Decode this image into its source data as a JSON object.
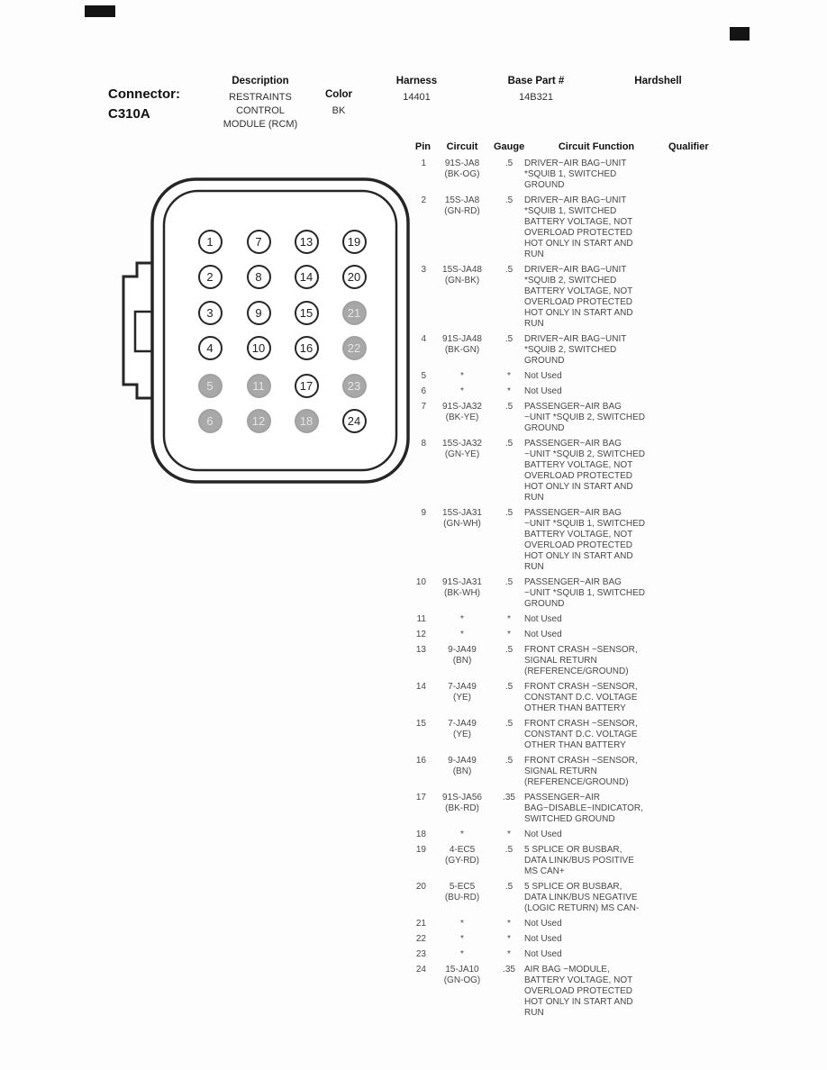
{
  "header": {
    "connector_label": "Connector:",
    "connector_id": "C310A",
    "fields": [
      {
        "label": "Description",
        "value": "RESTRAINTS\nCONTROL\nMODULE (RCM)"
      },
      {
        "label": "Color",
        "value": "BK"
      },
      {
        "label": "Harness",
        "value": "14401"
      },
      {
        "label": "Base Part #",
        "value": "14B321"
      },
      {
        "label": "Hardshell",
        "value": ""
      }
    ]
  },
  "connector": {
    "pins": [
      {
        "n": 1,
        "used": true
      },
      {
        "n": 2,
        "used": true
      },
      {
        "n": 3,
        "used": true
      },
      {
        "n": 4,
        "used": true
      },
      {
        "n": 5,
        "used": false
      },
      {
        "n": 6,
        "used": false
      },
      {
        "n": 7,
        "used": true
      },
      {
        "n": 8,
        "used": true
      },
      {
        "n": 9,
        "used": true
      },
      {
        "n": 10,
        "used": true
      },
      {
        "n": 11,
        "used": false
      },
      {
        "n": 12,
        "used": false
      },
      {
        "n": 13,
        "used": true
      },
      {
        "n": 14,
        "used": true
      },
      {
        "n": 15,
        "used": true
      },
      {
        "n": 16,
        "used": true
      },
      {
        "n": 17,
        "used": true
      },
      {
        "n": 18,
        "used": false
      },
      {
        "n": 19,
        "used": true
      },
      {
        "n": 20,
        "used": true
      },
      {
        "n": 21,
        "used": false
      },
      {
        "n": 22,
        "used": false
      },
      {
        "n": 23,
        "used": false
      },
      {
        "n": 24,
        "used": true
      }
    ]
  },
  "table": {
    "headers": [
      "Pin",
      "Circuit",
      "Gauge",
      "Circuit Function",
      "Qualifier"
    ],
    "rows": [
      {
        "pin": "1",
        "circuit": "91S-JA8",
        "circuit_color": "(BK-OG)",
        "gauge": ".5",
        "function": "DRIVER~AIR BAG~UNIT *SQUIB 1, SWITCHED GROUND",
        "qualifier": ""
      },
      {
        "pin": "2",
        "circuit": "15S-JA8",
        "circuit_color": "(GN-RD)",
        "gauge": ".5",
        "function": "DRIVER~AIR BAG~UNIT *SQUIB 1, SWITCHED BATTERY VOLTAGE, NOT OVERLOAD PROTECTED HOT ONLY IN START AND RUN",
        "qualifier": ""
      },
      {
        "pin": "3",
        "circuit": "15S-JA48",
        "circuit_color": "(GN-BK)",
        "gauge": ".5",
        "function": "DRIVER~AIR BAG~UNIT *SQUIB 2, SWITCHED BATTERY VOLTAGE, NOT OVERLOAD PROTECTED HOT ONLY IN START AND RUN",
        "qualifier": ""
      },
      {
        "pin": "4",
        "circuit": "91S-JA48",
        "circuit_color": "(BK-GN)",
        "gauge": ".5",
        "function": "DRIVER~AIR BAG~UNIT *SQUIB 2, SWITCHED GROUND",
        "qualifier": ""
      },
      {
        "pin": "5",
        "circuit": "*",
        "circuit_color": "",
        "gauge": "*",
        "function": "Not Used",
        "qualifier": ""
      },
      {
        "pin": "6",
        "circuit": "*",
        "circuit_color": "",
        "gauge": "*",
        "function": "Not Used",
        "qualifier": ""
      },
      {
        "pin": "7",
        "circuit": "91S-JA32",
        "circuit_color": "(BK-YE)",
        "gauge": ".5",
        "function": "PASSENGER~AIR BAG ~UNIT *SQUIB 2, SWITCHED GROUND",
        "qualifier": ""
      },
      {
        "pin": "8",
        "circuit": "15S-JA32",
        "circuit_color": "(GN-YE)",
        "gauge": ".5",
        "function": "PASSENGER~AIR BAG ~UNIT *SQUIB 2, SWITCHED BATTERY VOLTAGE, NOT OVERLOAD PROTECTED HOT ONLY IN START AND RUN",
        "qualifier": ""
      },
      {
        "pin": "9",
        "circuit": "15S-JA31",
        "circuit_color": "(GN-WH)",
        "gauge": ".5",
        "function": "PASSENGER~AIR BAG ~UNIT *SQUIB 1, SWITCHED BATTERY VOLTAGE, NOT OVERLOAD PROTECTED HOT ONLY IN START AND RUN",
        "qualifier": ""
      },
      {
        "pin": "10",
        "circuit": "91S-JA31",
        "circuit_color": "(BK-WH)",
        "gauge": ".5",
        "function": "PASSENGER~AIR BAG ~UNIT *SQUIB 1, SWITCHED GROUND",
        "qualifier": ""
      },
      {
        "pin": "11",
        "circuit": "*",
        "circuit_color": "",
        "gauge": "*",
        "function": "Not Used",
        "qualifier": ""
      },
      {
        "pin": "12",
        "circuit": "*",
        "circuit_color": "",
        "gauge": "*",
        "function": "Not Used",
        "qualifier": ""
      },
      {
        "pin": "13",
        "circuit": "9-JA49",
        "circuit_color": "(BN)",
        "gauge": ".5",
        "function": "FRONT CRASH ~SENSOR, SIGNAL RETURN (REFERENCE/GROUND)",
        "qualifier": ""
      },
      {
        "pin": "14",
        "circuit": "7-JA49",
        "circuit_color": "(YE)",
        "gauge": ".5",
        "function": "FRONT CRASH ~SENSOR, CONSTANT D.C. VOLTAGE OTHER THAN BATTERY",
        "qualifier": ""
      },
      {
        "pin": "15",
        "circuit": "7-JA49",
        "circuit_color": "(YE)",
        "gauge": ".5",
        "function": "FRONT CRASH ~SENSOR, CONSTANT D.C. VOLTAGE OTHER THAN BATTERY",
        "qualifier": ""
      },
      {
        "pin": "16",
        "circuit": "9-JA49",
        "circuit_color": "(BN)",
        "gauge": ".5",
        "function": "FRONT CRASH ~SENSOR, SIGNAL RETURN (REFERENCE/GROUND)",
        "qualifier": ""
      },
      {
        "pin": "17",
        "circuit": "91S-JA56",
        "circuit_color": "(BK-RD)",
        "gauge": ".35",
        "function": "PASSENGER~AIR BAG~DISABLE~INDICATOR, SWITCHED GROUND",
        "qualifier": ""
      },
      {
        "pin": "18",
        "circuit": "*",
        "circuit_color": "",
        "gauge": "*",
        "function": "Not Used",
        "qualifier": ""
      },
      {
        "pin": "19",
        "circuit": "4-EC5",
        "circuit_color": "(GY-RD)",
        "gauge": ".5",
        "function": "5 SPLICE OR BUSBAR, DATA LINK/BUS POSITIVE MS CAN+",
        "qualifier": ""
      },
      {
        "pin": "20",
        "circuit": "5-EC5",
        "circuit_color": "(BU-RD)",
        "gauge": ".5",
        "function": "5 SPLICE OR BUSBAR, DATA LINK/BUS NEGATIVE (LOGIC RETURN) MS CAN-",
        "qualifier": ""
      },
      {
        "pin": "21",
        "circuit": "*",
        "circuit_color": "",
        "gauge": "*",
        "function": "Not Used",
        "qualifier": ""
      },
      {
        "pin": "22",
        "circuit": "*",
        "circuit_color": "",
        "gauge": "*",
        "function": "Not Used",
        "qualifier": ""
      },
      {
        "pin": "23",
        "circuit": "*",
        "circuit_color": "",
        "gauge": "*",
        "function": "Not Used",
        "qualifier": ""
      },
      {
        "pin": "24",
        "circuit": "15-JA10",
        "circuit_color": "(GN-OG)",
        "gauge": ".35",
        "function": "AIR BAG ~MODULE, BATTERY VOLTAGE, NOT OVERLOAD PROTECTED HOT ONLY IN START AND RUN",
        "qualifier": ""
      }
    ]
  }
}
